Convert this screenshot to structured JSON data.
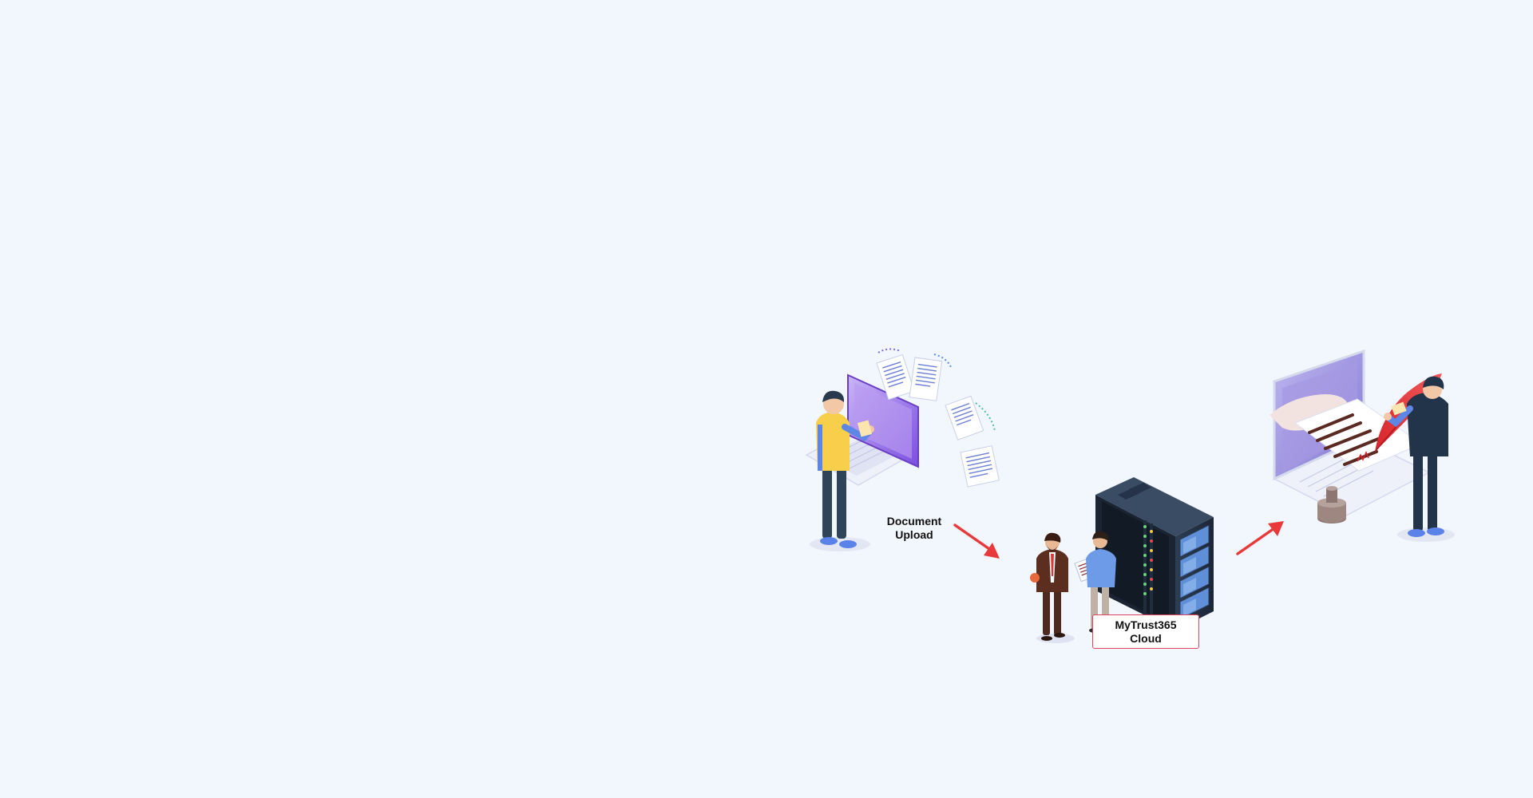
{
  "diagram": {
    "steps": [
      {
        "label_line1": "Document",
        "label_line2": "Upload"
      },
      {
        "label_line1": "MyTrust365",
        "label_line2": "Cloud"
      }
    ],
    "colors": {
      "background": "#f2f6fd",
      "arrow": "#e83a3a",
      "cloud_border": "#e0445a"
    },
    "icons": [
      "person-with-laptop-icon",
      "flying-documents-icon",
      "server-rack-icon",
      "businessmen-icon",
      "laptop-with-signature-icon",
      "quill-pen-icon",
      "inkwell-icon"
    ]
  }
}
